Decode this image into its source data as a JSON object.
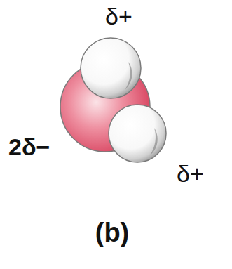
{
  "diagram": {
    "caption": "(b)",
    "labels": [
      "δ+",
      "2δ−",
      "δ+"
    ]
  }
}
